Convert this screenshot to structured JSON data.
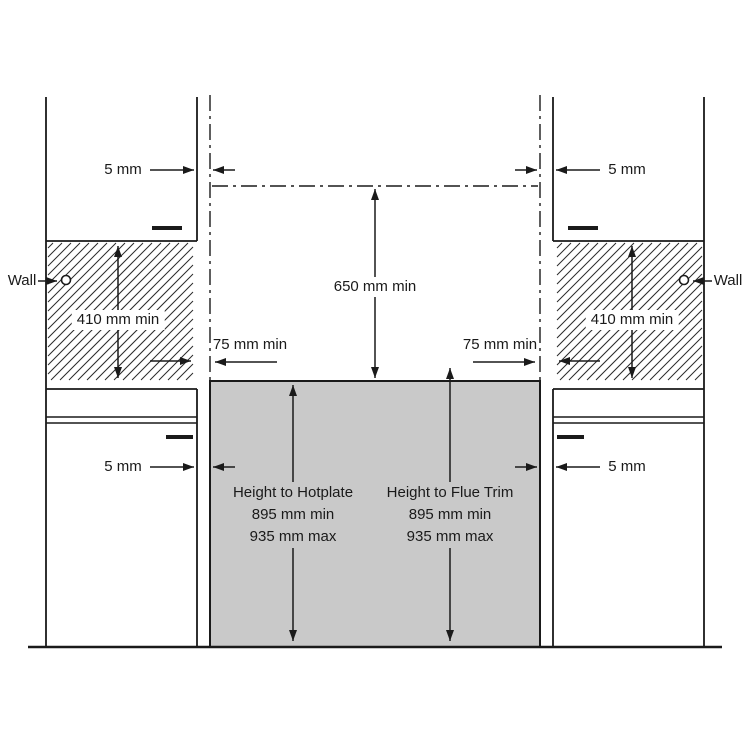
{
  "diagram": {
    "wall_label_left": "Wall",
    "wall_label_right": "Wall",
    "gap_top_left": "5 mm",
    "gap_top_right": "5 mm",
    "gap_mid_left": "5 mm",
    "gap_mid_right": "5 mm",
    "vertical_clearance": "650 mm min",
    "side_clearance_left": "75 mm min",
    "side_clearance_right": "75 mm min",
    "wall_protection_left": "410 mm min",
    "wall_protection_right": "410 mm min",
    "hotplate_height": {
      "title": "Height to Hotplate",
      "min": "895 mm min",
      "max": "935 mm max"
    },
    "flue_height": {
      "title": "Height to Flue Trim",
      "min": "895 mm min",
      "max": "935 mm max"
    }
  },
  "colors": {
    "line": "#1a1a1a",
    "hatch": "#2a2a2a",
    "appliance_fill": "#c9c9c9",
    "background": "#ffffff"
  }
}
